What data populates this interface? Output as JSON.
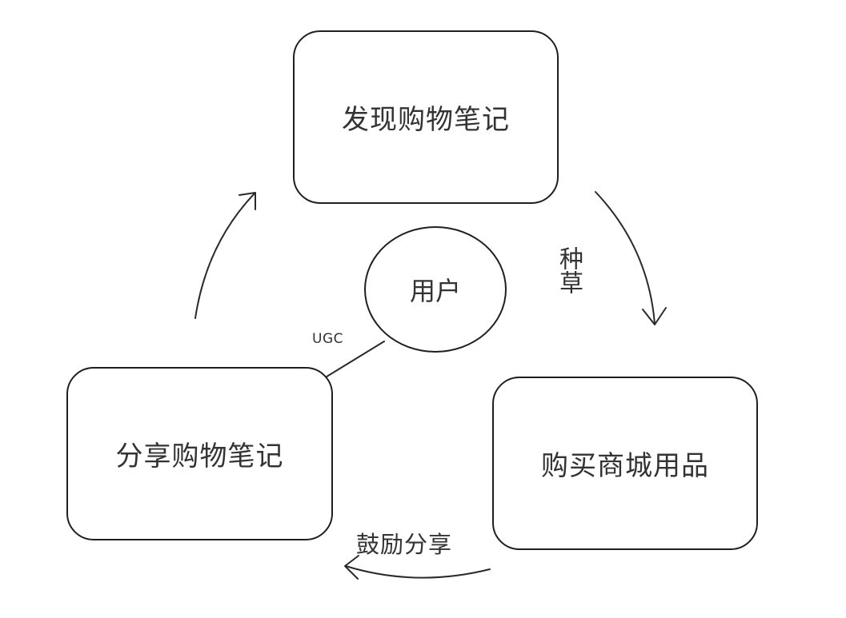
{
  "nodes": {
    "discover": "发现购物笔记",
    "buy": "购买商城用品",
    "share": "分享购物笔记",
    "user": "用户"
  },
  "edges": {
    "discover_to_buy": "种草",
    "buy_to_share": "鼓励分享",
    "user_to_share": "UGC",
    "share_to_discover": ""
  }
}
